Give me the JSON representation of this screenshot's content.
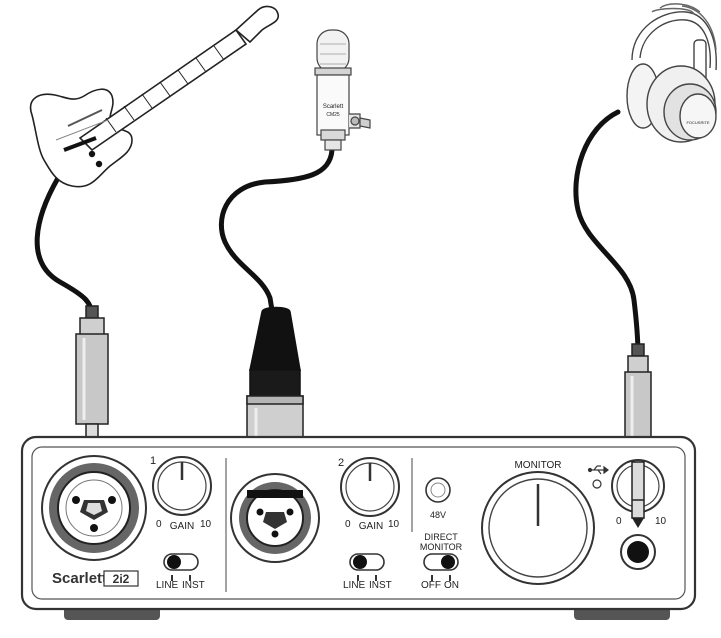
{
  "interface": {
    "brand_name": "Scarlett",
    "brand_badge": "2i2",
    "channel_1": {
      "number": "1",
      "gain_label": "GAIN",
      "gain_min": "0",
      "gain_max": "10",
      "switch_line": "LINE",
      "switch_inst": "INST",
      "switch_position": "line"
    },
    "channel_2": {
      "number": "2",
      "gain_label": "GAIN",
      "gain_min": "0",
      "gain_max": "10",
      "switch_line": "LINE",
      "switch_inst": "INST",
      "switch_position": "line"
    },
    "phantom_label": "48V",
    "direct_monitor": {
      "title_line1": "DIRECT",
      "title_line2": "MONITOR",
      "off": "OFF",
      "on": "ON",
      "switch_position": "on"
    },
    "monitor_label": "MONITOR",
    "headphones": {
      "min": "0",
      "max": "10"
    }
  },
  "microphone": {
    "logo_line1": "Scarlett",
    "logo_line2": "CM25"
  },
  "headphones_logo": "FOCUSRITE"
}
